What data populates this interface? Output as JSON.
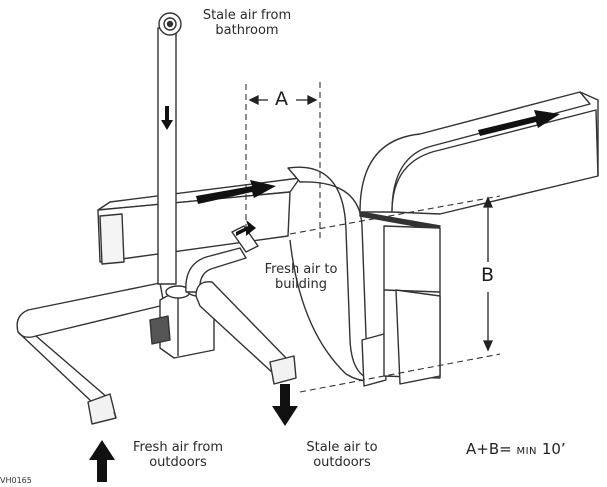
{
  "labels": {
    "stale_from_bathroom": [
      "Stale air from",
      "bathroom"
    ],
    "fresh_to_building": [
      "Fresh air to",
      "building"
    ],
    "fresh_from_outdoors": [
      "Fresh air from",
      "outdoors"
    ],
    "stale_to_outdoors": [
      "Stale air to",
      "outdoors"
    ]
  },
  "dimensions": {
    "a": "A",
    "b": "B"
  },
  "formula": {
    "left": "A+B=",
    "min": "MIN",
    "value": "10’"
  },
  "figure_code": "VH0165"
}
